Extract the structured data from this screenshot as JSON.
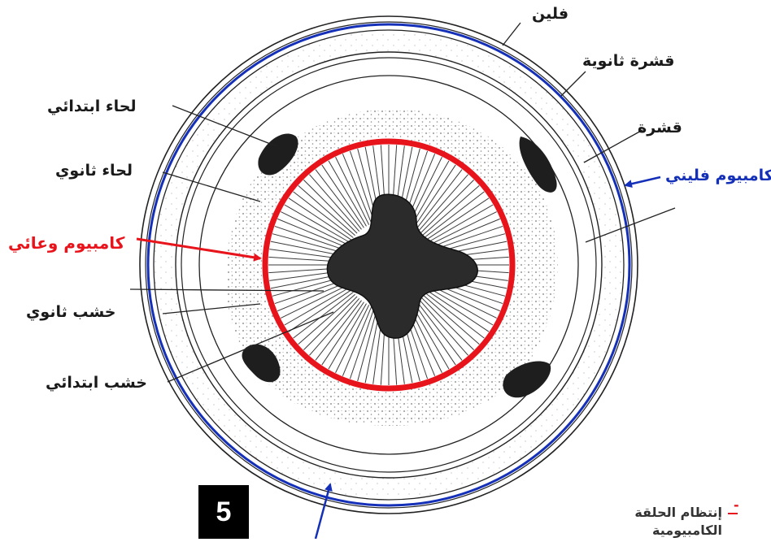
{
  "labels": {
    "cork": "فلين",
    "secondary_cortex": "قشرة ثانوية",
    "cortex": "قشرة",
    "cork_cambium": "كامبيوم فليني",
    "primary_phloem": "لحاء ابتدائي",
    "secondary_phloem": "لحاء ثانوي",
    "vascular_cambium": "كامبيوم وعائي",
    "secondary_xylem": "خشب ثانوي",
    "primary_xylem": "خشب ابتدائي"
  },
  "note": {
    "dash": "-",
    "line1": "إنتظام الحلقة",
    "line2": "الكامبيومية"
  },
  "figure_number": "5",
  "colors": {
    "vascular_cambium": "#e8141c",
    "cork_cambium": "#1530b8",
    "tissue": "#222222"
  }
}
